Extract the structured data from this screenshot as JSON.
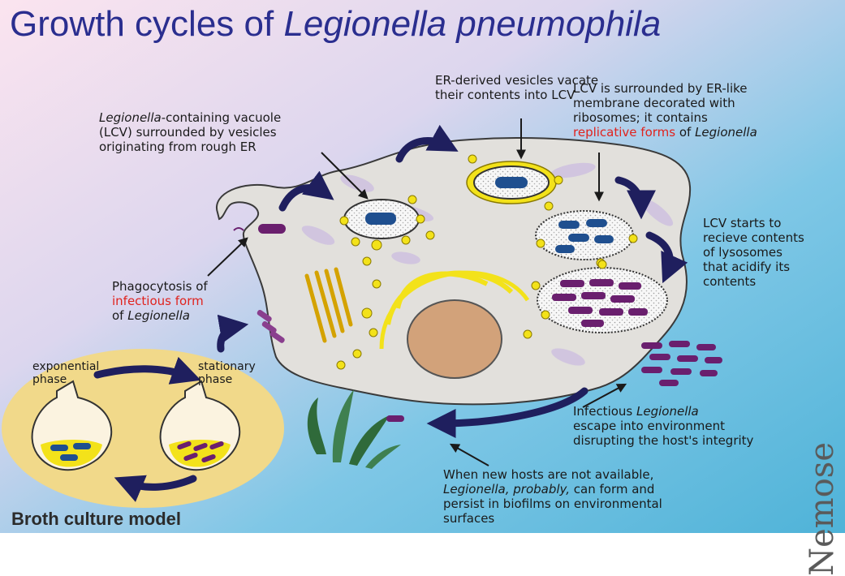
{
  "title": {
    "prefix": "Growth cycles of ",
    "italic": "Legionella pneumophila"
  },
  "labels": {
    "lcv_vesicles": {
      "italic": "Legionella",
      "rest1": "-containing vacuole",
      "line2": "(LCV)  surrounded  by vesicles",
      "line3": "originating from rough ER"
    },
    "er_vesicles": {
      "line1": "ER-derived vesicles vacate",
      "line2": "their contents into LCV"
    },
    "lcv_er_like": {
      "line1": "LCV is surrounded by ER-like",
      "line2": "membrane decorated with",
      "line3": "ribosomes; it contains",
      "red": "replicative forms",
      "of": " of ",
      "italic": "Legionella"
    },
    "lysosomes": {
      "line1": "LCV starts to",
      "line2": "recieve contents",
      "line3": "of lysosomes",
      "line4": "that acidify its",
      "line5": "contents"
    },
    "phagocytosis": {
      "line1": "Phagocytosis of",
      "red": "infectious form",
      "line3pre": "of ",
      "italic": "Legionella"
    },
    "escape": {
      "pre": "Infectious ",
      "italic": "Legionella",
      "line2": "escape into environment",
      "line3": "disrupting the host's integrity"
    },
    "biofilm": {
      "line1": "When new hosts are not available,",
      "italic1": "Legionella, probably,",
      "rest2": " can form and",
      "line3": "persist in biofilms on environmental",
      "line4": "surfaces"
    },
    "exponential": {
      "line1": "exponential",
      "line2": "phase"
    },
    "stationary": {
      "line1": "stationary",
      "line2": "phase"
    }
  },
  "broth_label": "Broth culture model",
  "signature": "Nemose",
  "colors": {
    "title": "#2a2e8f",
    "cell_fill": "#e2e0dc",
    "arrow": "#1f1f5e",
    "vesicle": "#f3e21a",
    "bacterium_replicative": "#1f4f8f",
    "bacterium_infectious": "#6a1f6e",
    "red_text": "#e0231e",
    "broth_plate": "#f1d98a"
  }
}
